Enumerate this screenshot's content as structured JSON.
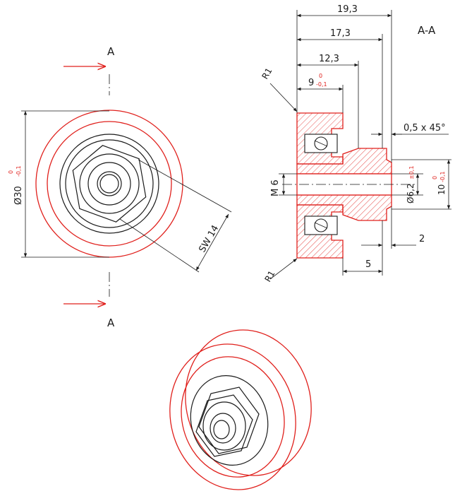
{
  "section_view_label": "A-A",
  "cut_marker_top": "A",
  "cut_marker_bottom": "A",
  "dimensions": {
    "overall_length": "19,3",
    "length_17_3": "17,3",
    "length_12_3": "12,3",
    "bearing_width": "9",
    "bearing_width_tol_upper": "0",
    "bearing_width_tol_lower": "-0,1",
    "outer_diameter": "Ø30",
    "outer_diameter_tol_upper": "0",
    "outer_diameter_tol_lower": "-0,1",
    "wrench_size": "SW 14",
    "thread": "M 6",
    "bore_diameter": "Ø6,2",
    "bore_tol": "±0,1",
    "shaft_diameter": "10",
    "shaft_tol_upper": "0",
    "shaft_tol_lower": "-0,1",
    "chamfer": "0,5 x 45°",
    "shoulder_length": "2",
    "hub_length": "5",
    "radius_top": "R1",
    "radius_bottom": "R1"
  },
  "colors": {
    "outline": "#1a1a1a",
    "highlight": "#e0201c",
    "background": "#ffffff"
  }
}
